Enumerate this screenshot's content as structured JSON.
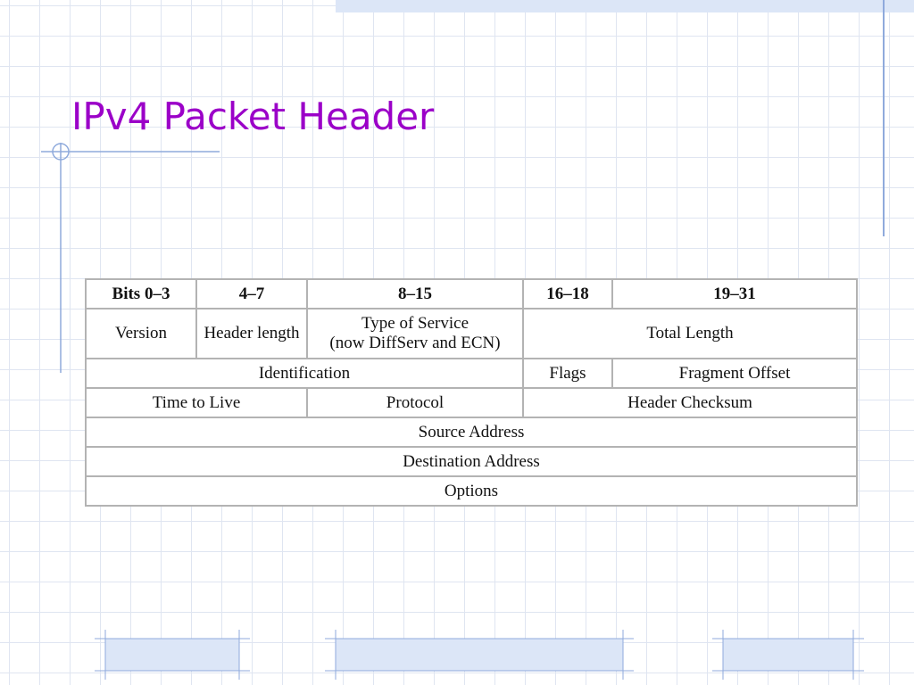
{
  "slide": {
    "title": "IPv4 Packet Header"
  },
  "colors": {
    "title": "#9b00c8",
    "grid": "#dfe5f1",
    "accent_blue": "#8faadc",
    "bar_fill": "#dce6f7",
    "table_border": "#b3b3b3"
  },
  "packet_header": {
    "bit_ranges": [
      "Bits 0–3",
      "4–7",
      "8–15",
      "16–18",
      "19–31"
    ],
    "row1": {
      "version": "Version",
      "header_length": "Header length",
      "type_of_service_line1": "Type of Service",
      "type_of_service_line2": "(now DiffServ and ECN)",
      "total_length": "Total Length"
    },
    "row2": {
      "identification": "Identification",
      "flags": "Flags",
      "fragment_offset": "Fragment Offset"
    },
    "row3": {
      "time_to_live": "Time to Live",
      "protocol": "Protocol",
      "header_checksum": "Header Checksum"
    },
    "row4": {
      "source_address": "Source Address"
    },
    "row5": {
      "destination_address": "Destination Address"
    },
    "row6": {
      "options": "Options"
    }
  }
}
